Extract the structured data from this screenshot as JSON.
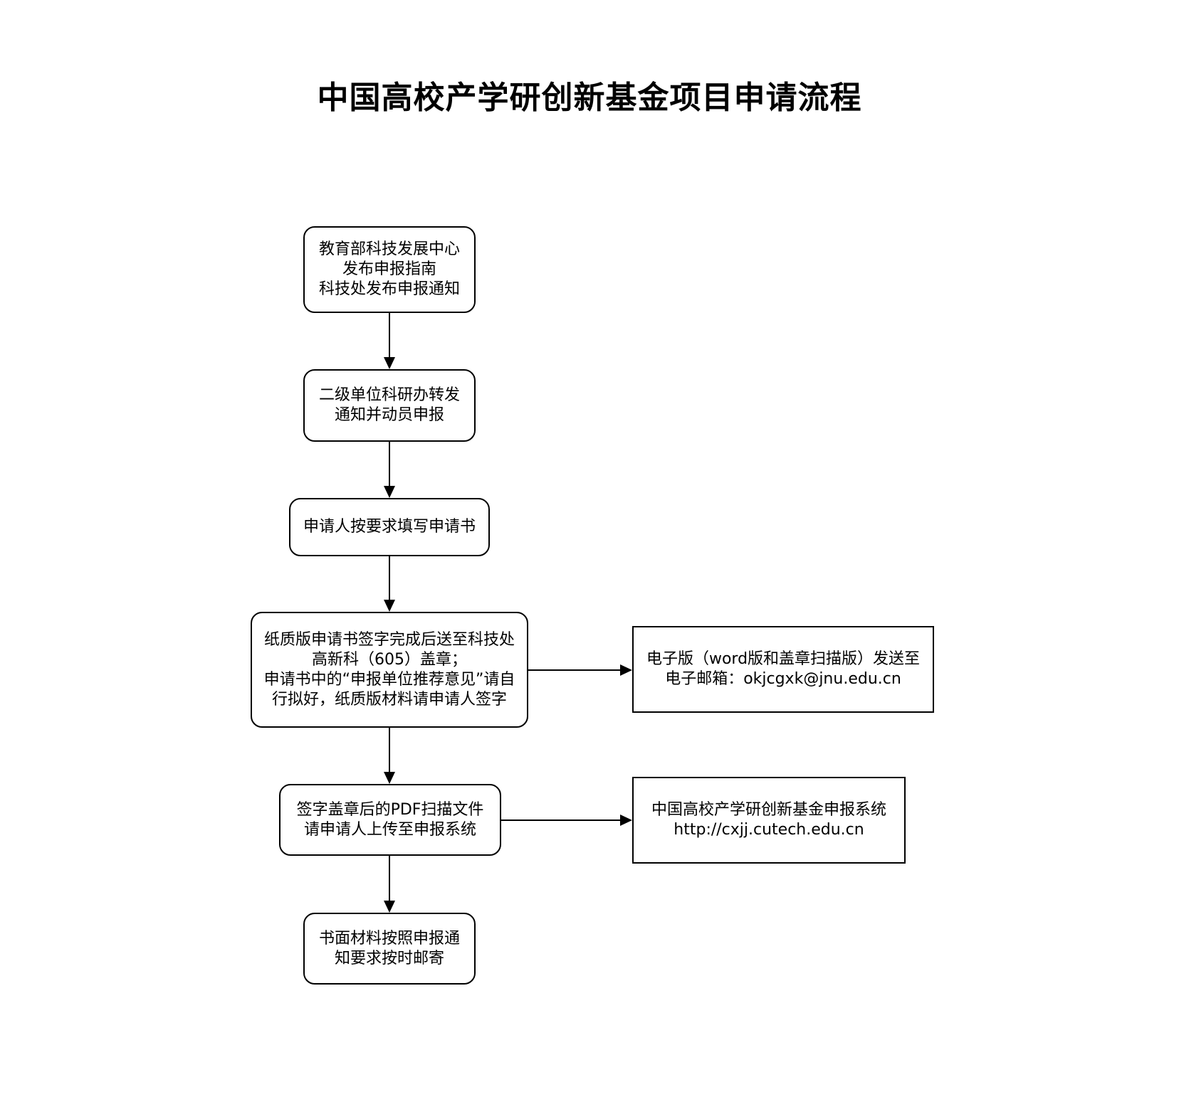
{
  "title": "中国高校产学研创新基金项目申请流程",
  "nodes": {
    "step1": {
      "lines": [
        "教育部科技发展中心",
        "发布申报指南",
        "科技处发布申报通知"
      ]
    },
    "step2": {
      "lines": [
        "二级单位科研办转发",
        "通知并动员申报"
      ]
    },
    "step3": {
      "lines": [
        "申请人按要求填写申请书"
      ]
    },
    "step4": {
      "lines": [
        "纸质版申请书签字完成后送至科技处",
        "高新科（605）盖章；",
        "申请书中的“申报单位推荐意见”请自",
        "行拟好，纸质版材料请申请人签字"
      ]
    },
    "step5": {
      "lines": [
        "签字盖章后的PDF扫描文件",
        "请申请人上传至申报系统"
      ]
    },
    "step6": {
      "lines": [
        "书面材料按照申报通",
        "知要求按时邮寄"
      ]
    },
    "email": {
      "lines": [
        "电子版（word版和盖章扫描版）发送至",
        "电子邮箱：okjcgxk@jnu.edu.cn"
      ]
    },
    "system": {
      "lines": [
        "中国高校产学研创新基金申报系统",
        "http://cxjj.cutech.edu.cn"
      ]
    }
  },
  "edges": [
    {
      "from": "step1",
      "to": "step2"
    },
    {
      "from": "step2",
      "to": "step3"
    },
    {
      "from": "step3",
      "to": "step4"
    },
    {
      "from": "step4",
      "to": "email"
    },
    {
      "from": "step4",
      "to": "step5"
    },
    {
      "from": "step5",
      "to": "system"
    },
    {
      "from": "step5",
      "to": "step6"
    }
  ]
}
